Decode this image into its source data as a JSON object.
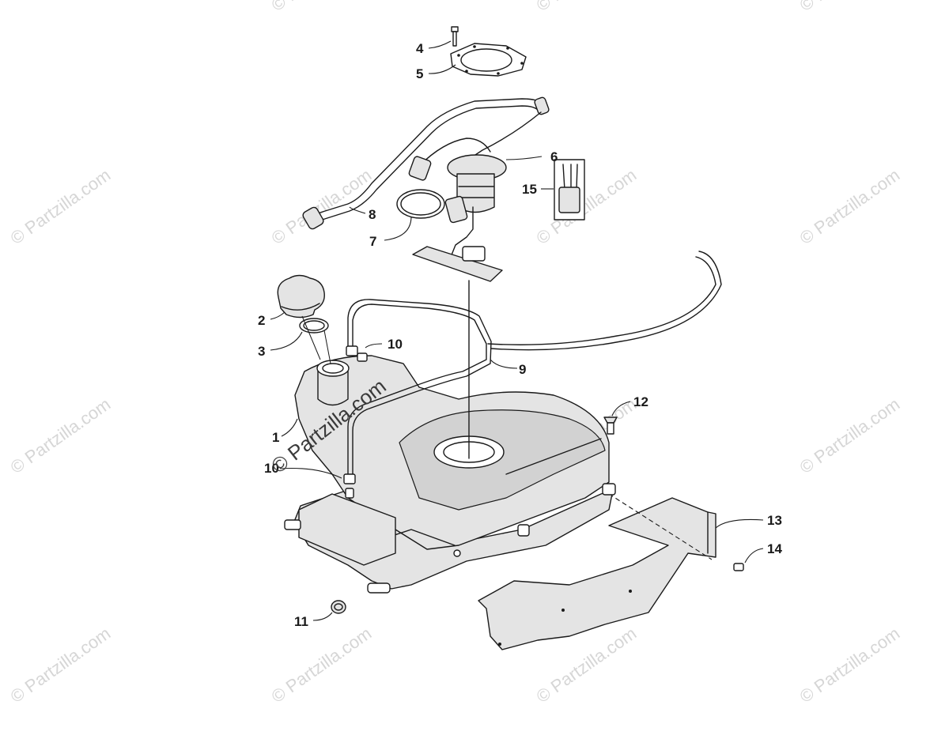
{
  "callouts": {
    "c1": "1",
    "c2": "2",
    "c3": "3",
    "c4": "4",
    "c5": "5",
    "c6": "6",
    "c7": "7",
    "c8": "8",
    "c9": "9",
    "c10a": "10",
    "c10b": "10",
    "c11": "11",
    "c12": "12",
    "c13": "13",
    "c14": "14",
    "c15": "15"
  },
  "watermark": {
    "text": "© Partzilla.com",
    "overlay": "© Partzilla.com"
  }
}
